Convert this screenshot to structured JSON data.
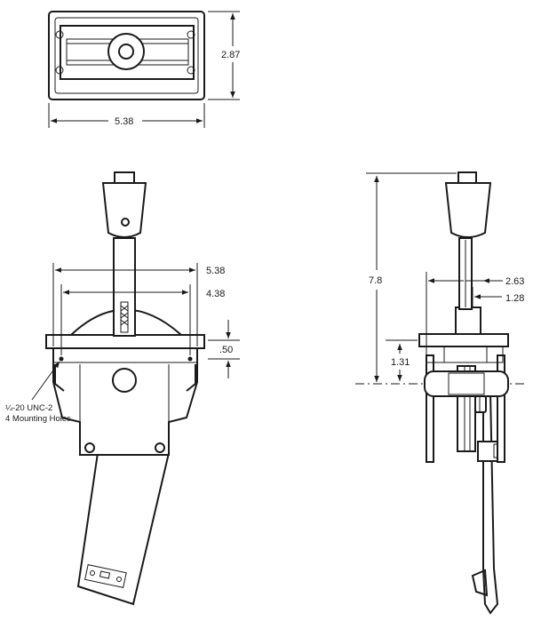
{
  "top_view": {
    "dim_height": "2.87",
    "dim_width": "5.38"
  },
  "front_view": {
    "dim_outer_width": "5.38",
    "dim_hole_spacing": "4.38",
    "dim_flange_thickness": ".50",
    "note_line1": "¼-20 UNC-2",
    "note_line2": "4 Mounting Holes"
  },
  "side_view": {
    "dim_overall_height": "7.8",
    "dim_offset_a": "2.63",
    "dim_offset_b": "1.28",
    "dim_pivot_height": "1.31"
  }
}
